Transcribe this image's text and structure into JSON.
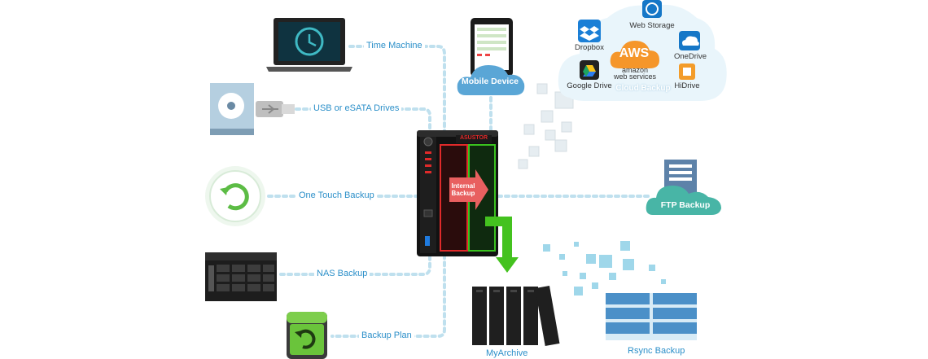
{
  "sources": {
    "time_machine": "Time Machine",
    "usb": "USB or eSATA Drives",
    "one_touch": "One Touch Backup",
    "nas": "NAS Backup",
    "backup_plan": "Backup Plan"
  },
  "mobile": {
    "label": "Mobile Device"
  },
  "cloud": {
    "label": "Cloud Backup",
    "services": {
      "web_storage": "Web Storage",
      "dropbox": "Dropbox",
      "aws_logo": "AWS",
      "aws_line1": "amazon",
      "aws_line2": "web services",
      "onedrive": "OneDrive",
      "google_drive": "Google Drive",
      "hidrive": "HiDrive"
    }
  },
  "nas_device": {
    "brand": "ASUSTOR",
    "internal_line1": "Internal",
    "internal_line2": "Backup"
  },
  "targets": {
    "ftp": "FTP Backup",
    "myarchive": "MyArchive",
    "rsync": "Rsync Backup"
  },
  "colors": {
    "accent": "#2b8fc9",
    "dotted": "#bfe0ee",
    "arrow": "#44c21f",
    "nas_red": "#e02a2a",
    "cloud_bg": "#e9f5fb",
    "teal": "#48b5a6"
  }
}
